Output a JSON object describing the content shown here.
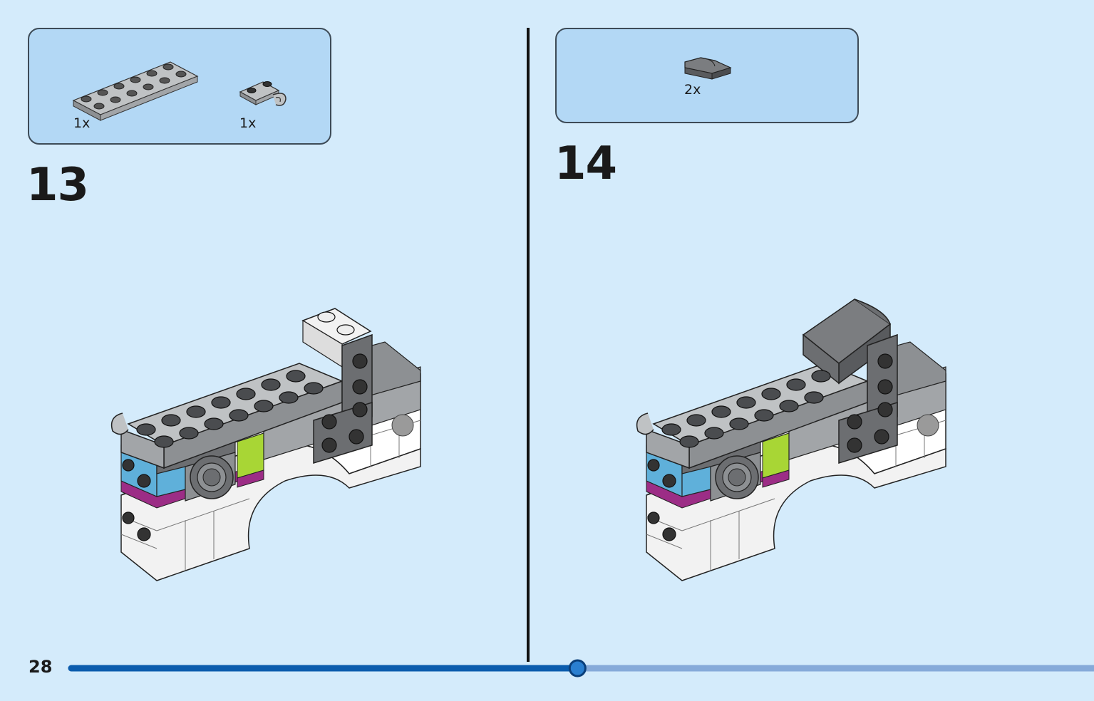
{
  "steps": [
    {
      "number": "13",
      "parts": [
        {
          "quantity": "1x",
          "name": "light-grey-plate-2x6"
        },
        {
          "quantity": "1x",
          "name": "light-grey-plate-with-clip"
        }
      ]
    },
    {
      "number": "14",
      "parts": [
        {
          "quantity": "2x",
          "name": "dark-grey-curved-slope-tile"
        }
      ]
    }
  ],
  "page_number": "28",
  "progress": {
    "fraction": 0.495
  },
  "colors": {
    "background": "#d4ebfb",
    "parts_box": "#b3d8f5",
    "progress_done": "#0b5cad",
    "progress_remaining": "#86aad9",
    "light_grey": "#a2a5a8",
    "dark_grey": "#6c6e71",
    "azure": "#5fb0da",
    "magenta": "#9c2d86",
    "lime": "#a8d635"
  }
}
